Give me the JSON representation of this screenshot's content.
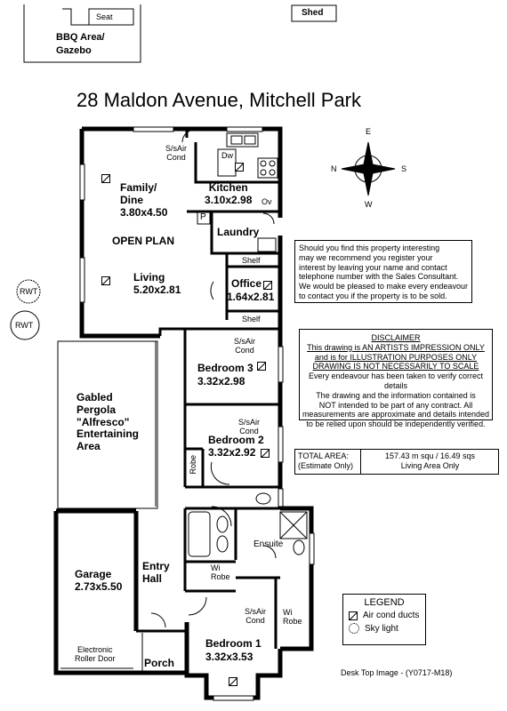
{
  "title": "28 Maldon Avenue, Mitchell Park",
  "top": {
    "seat": "Seat",
    "bbq": "BBQ Area/",
    "gazebo": "Gazebo",
    "shed": "Shed"
  },
  "compass": {
    "n": "N",
    "s": "S",
    "e": "E",
    "w": "W"
  },
  "rwt": [
    "RWT",
    "RWT"
  ],
  "rooms": {
    "sairCond1_a": "S/sAir",
    "sairCond1_b": "Cond",
    "dw": "Dw",
    "ov": "Ov",
    "kitchen": "Kitchen",
    "kitchenDim": "3.10x2.98",
    "familyA": "Family/",
    "familyB": "Dine",
    "familyDim": "3.80x4.50",
    "openPlan": "OPEN PLAN",
    "living": "Living",
    "livingDim": "5.20x2.81",
    "p": "P",
    "laundry": "Laundry",
    "shelf1": "Shelf",
    "shelf2": "Shelf",
    "office": "Office",
    "officeDim": "1.64x2.81",
    "sair2_a": "S/sAir",
    "sair2_b": "Cond",
    "bed3": "Bedroom 3",
    "bed3Dim": "3.32x2.98",
    "sair3_a": "S/sAir",
    "sair3_b": "Cond",
    "bed2": "Bedroom 2",
    "bed2Dim": "3.32x2.92",
    "robe": "Robe",
    "pergolaA": "Gabled",
    "pergolaB": "Pergola",
    "pergolaC": "\"Alfresco\"",
    "pergolaD": "Entertaining",
    "pergolaE": "Area",
    "ensuite": "Ensuite",
    "wiA": "Wi",
    "wiB": "Robe",
    "wi2A": "Wi",
    "wi2B": "Robe",
    "garage": "Garage",
    "garageDim": "2.73x5.50",
    "entryA": "Entry",
    "entryB": "Hall",
    "sair4_a": "S/sAir",
    "sair4_b": "Cond",
    "bed1": "Bedroom 1",
    "bed1Dim": "3.32x3.53",
    "porch": "Porch",
    "rollerA": "Electronic",
    "rollerB": "Roller Door"
  },
  "notice": [
    "Should you find this property interesting",
    "may we recommend you register your",
    "interest by leaving your name and contact",
    "telephone number with the Sales Consultant.",
    "We would be pleased to make every endeavour",
    "to contact you if the property is to be sold."
  ],
  "disclaimer": {
    "heading": "DISCLAIMER",
    "lines_u": [
      "This drawing is AN ARTISTS IMPRESSION ONLY",
      "and is for ILLUSTRATION PURPOSES ONLY",
      "DRAWING IS NOT NECESSARILY TO SCALE"
    ],
    "lines": [
      "Every endeavour has been taken to verify correct details",
      "The drawing and the information contained is",
      "NOT intended to be part of any contract. All",
      "measurements are approximate and details intended",
      "to be relied upon should be independently verified."
    ]
  },
  "area": {
    "label1": "TOTAL AREA:",
    "label2": "(Estimate Only)",
    "value1": "157.43 m squ /  16.49 sqs",
    "value2": "Living Area Only"
  },
  "legend": {
    "title": "LEGEND",
    "item1": "Air cond ducts",
    "item2": "Sky light"
  },
  "footer": "Desk Top Image - (Y0717-M18)"
}
